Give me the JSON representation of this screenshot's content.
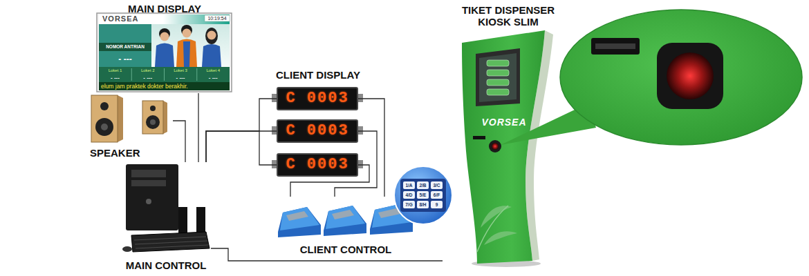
{
  "diagram": {
    "nodes": [
      {
        "text": [
          "MAIN DISPLAY"
        ]
      },
      {
        "text": [
          "SPEAKER"
        ]
      },
      {
        "text": [
          "MAIN CONTROL"
        ]
      },
      {
        "text": [
          "CLIENT DISPLAY"
        ]
      },
      {
        "text": [
          "C 0003"
        ],
        "in": 3
      },
      {
        "text": [
          "C 0003"
        ],
        "in": 3
      },
      {
        "text": [
          "C 0003"
        ],
        "in": 3
      },
      {
        "text": [
          "CLIENT CONTROL"
        ]
      },
      {
        "text": [
          "TIKET DISPENSER KIOSK SLIM",
          "VORSEA"
        ]
      }
    ],
    "edges": [
      {
        "from": 0,
        "to": 2,
        "arrow": "none"
      },
      {
        "from": 1,
        "to": 2,
        "arrow": "none"
      },
      {
        "from": 2,
        "to": 4,
        "arrow": "none"
      },
      {
        "from": 2,
        "to": 5,
        "arrow": "none"
      },
      {
        "from": 2,
        "to": 6,
        "arrow": "none"
      },
      {
        "from": 4,
        "to": 7,
        "arrow": "none"
      },
      {
        "from": 5,
        "to": 7,
        "arrow": "none"
      },
      {
        "from": 6,
        "to": 7,
        "arrow": "none"
      },
      {
        "from": 2,
        "to": 8,
        "arrow": "none"
      }
    ],
    "labels": [
      "VORSEA",
      "10:19:54",
      "NOMOR ANTRIAN",
      "- ---",
      "Loket 1",
      "Loket 2",
      "Loket 3",
      "Loket 4",
      "- ---",
      "- ---",
      "- ---",
      "- ---",
      "elum jam praktek dokter berakhir.",
      "1/A",
      "2/B",
      "3/C",
      "4/D",
      "5/E",
      "6/F",
      "7/G",
      "8/H",
      "9"
    ]
  }
}
